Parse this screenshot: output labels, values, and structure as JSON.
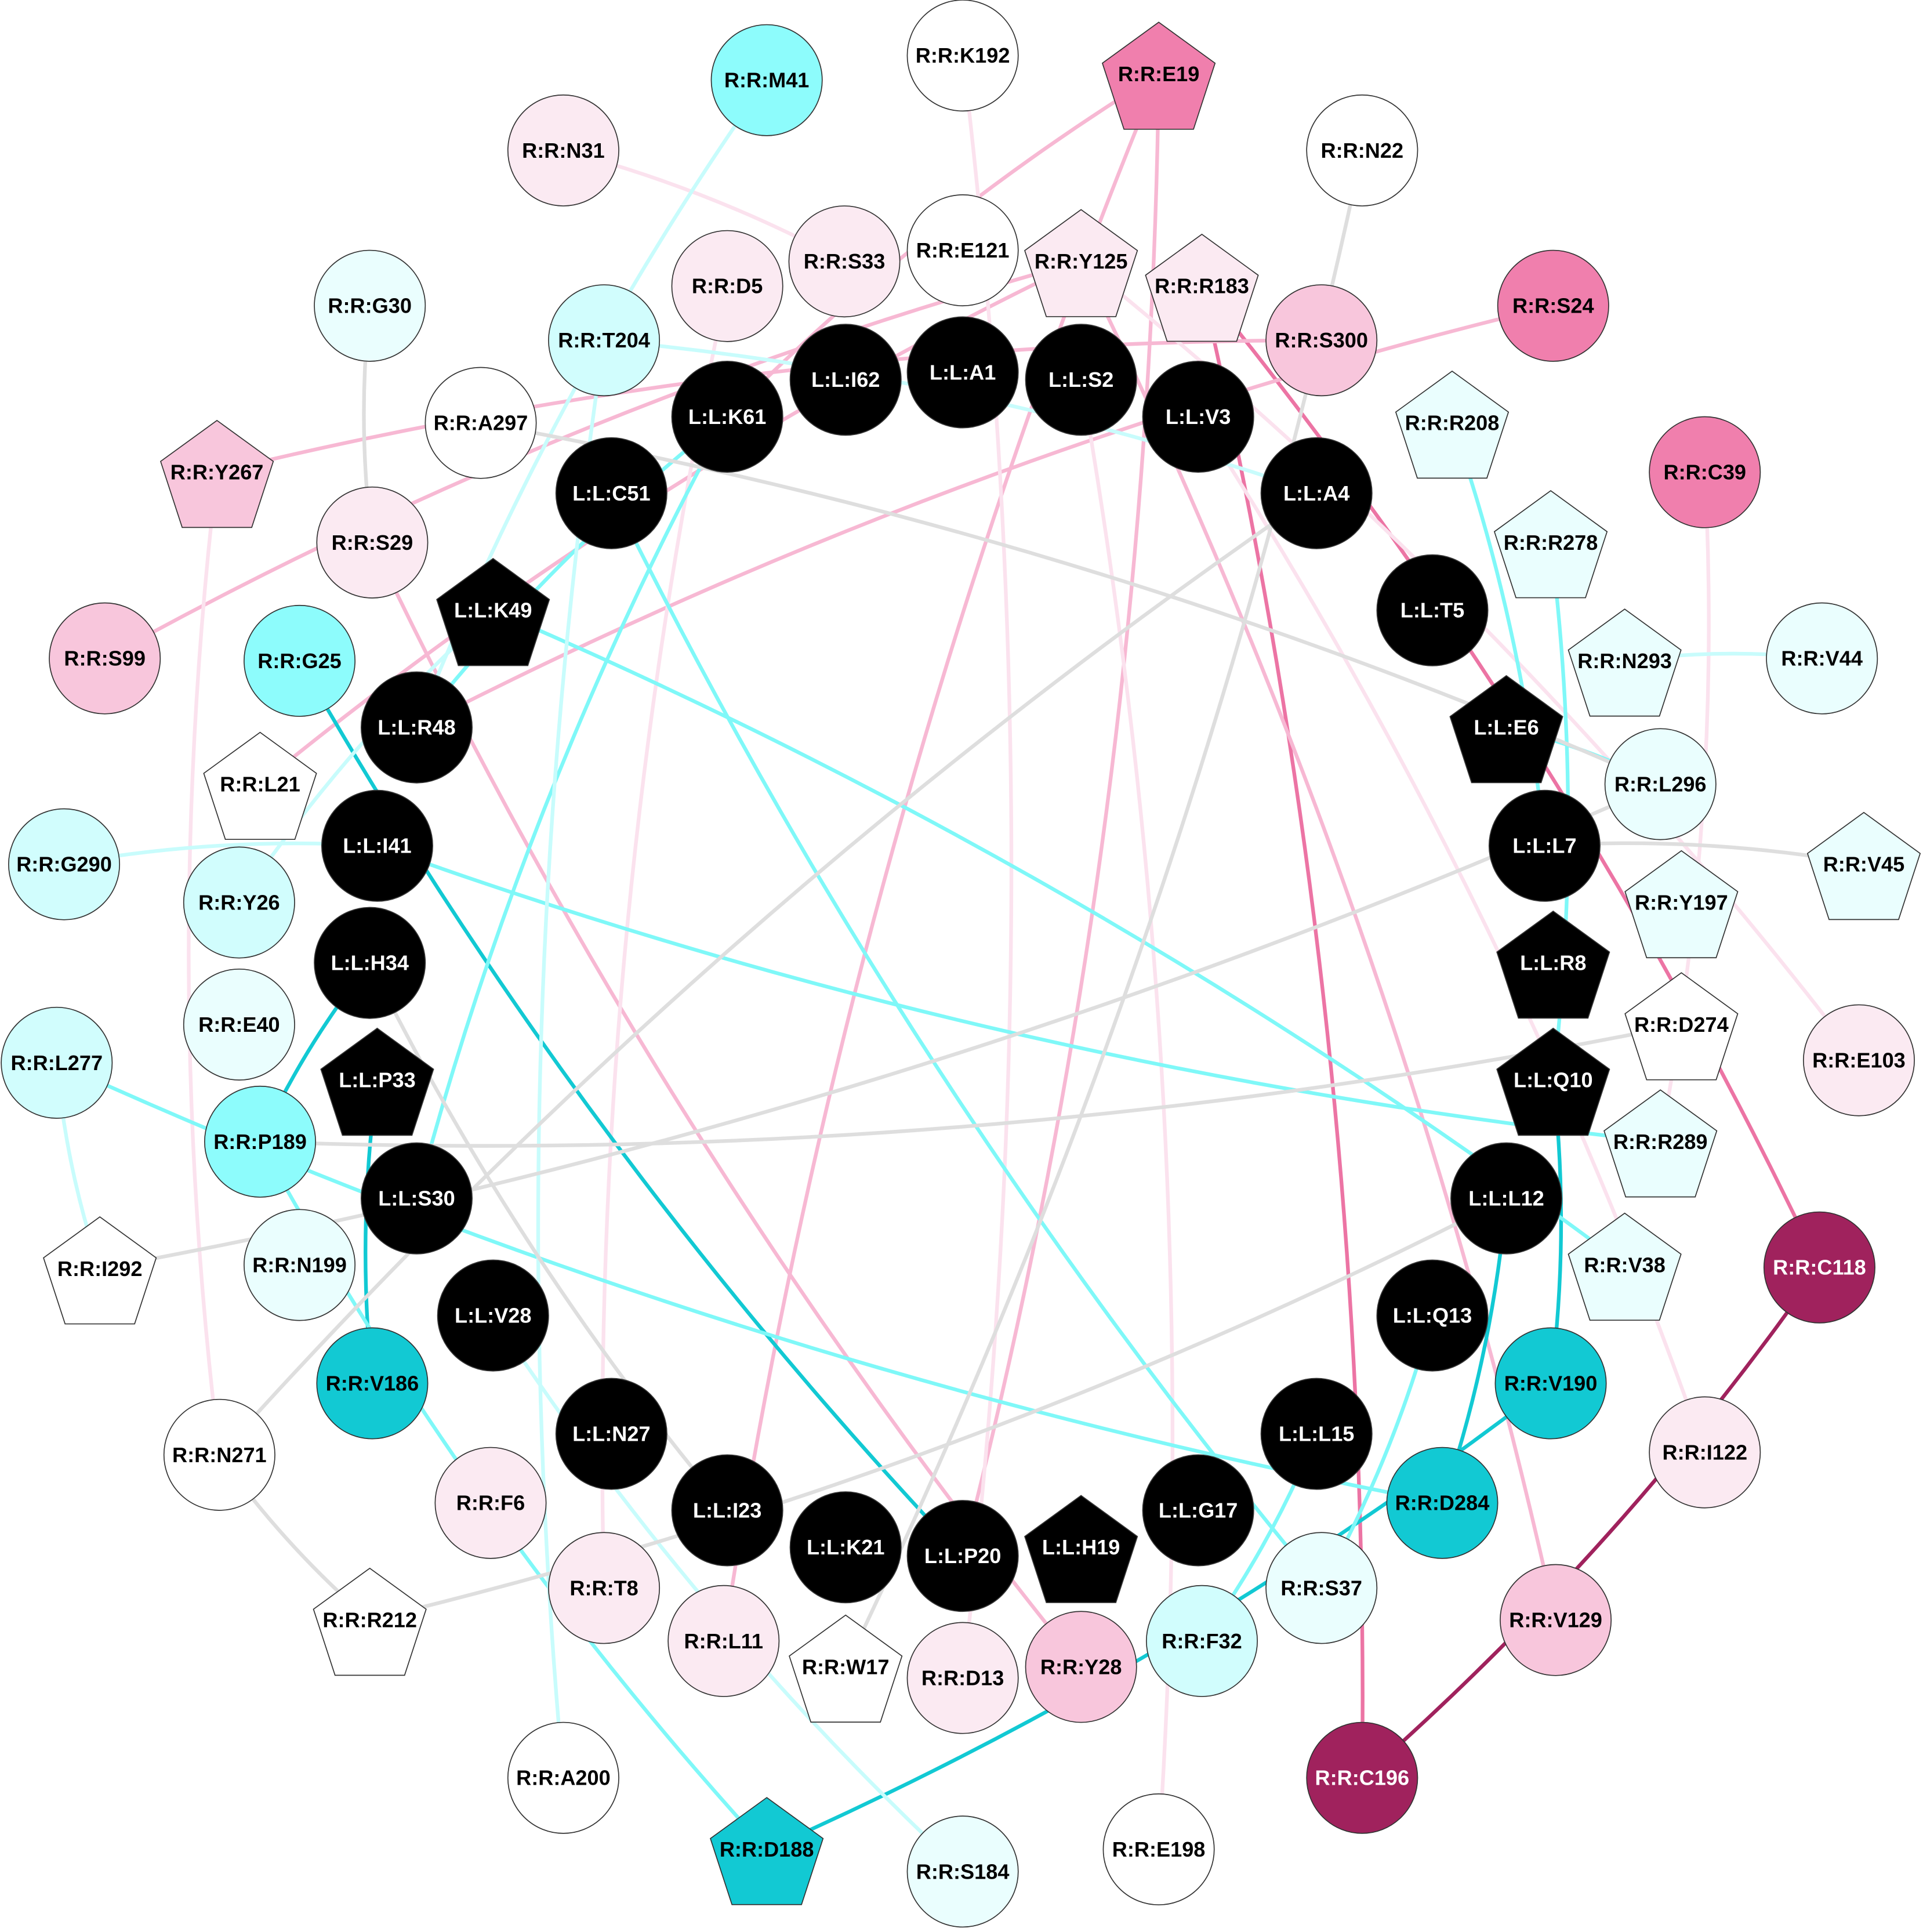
{
  "nodes": [
    {
      "id": "L:L:A1",
      "shape": "circle",
      "fill": "#000000",
      "text": "#ffffff"
    },
    {
      "id": "L:L:S2",
      "shape": "circle",
      "fill": "#000000",
      "text": "#ffffff"
    },
    {
      "id": "L:L:V3",
      "shape": "circle",
      "fill": "#000000",
      "text": "#ffffff"
    },
    {
      "id": "L:L:A4",
      "shape": "circle",
      "fill": "#000000",
      "text": "#ffffff"
    },
    {
      "id": "L:L:T5",
      "shape": "circle",
      "fill": "#000000",
      "text": "#ffffff"
    },
    {
      "id": "L:L:E6",
      "shape": "pentagon",
      "fill": "#000000",
      "text": "#ffffff"
    },
    {
      "id": "L:L:L7",
      "shape": "circle",
      "fill": "#000000",
      "text": "#ffffff"
    },
    {
      "id": "L:L:R8",
      "shape": "pentagon",
      "fill": "#000000",
      "text": "#ffffff"
    },
    {
      "id": "L:L:Q10",
      "shape": "pentagon",
      "fill": "#000000",
      "text": "#ffffff"
    },
    {
      "id": "L:L:L12",
      "shape": "circle",
      "fill": "#000000",
      "text": "#ffffff"
    },
    {
      "id": "L:L:Q13",
      "shape": "circle",
      "fill": "#000000",
      "text": "#ffffff"
    },
    {
      "id": "L:L:L15",
      "shape": "circle",
      "fill": "#000000",
      "text": "#ffffff"
    },
    {
      "id": "L:L:G17",
      "shape": "circle",
      "fill": "#000000",
      "text": "#ffffff"
    },
    {
      "id": "L:L:H19",
      "shape": "pentagon",
      "fill": "#000000",
      "text": "#ffffff"
    },
    {
      "id": "L:L:P20",
      "shape": "circle",
      "fill": "#000000",
      "text": "#ffffff"
    },
    {
      "id": "L:L:K21",
      "shape": "circle",
      "fill": "#000000",
      "text": "#ffffff"
    },
    {
      "id": "L:L:I23",
      "shape": "circle",
      "fill": "#000000",
      "text": "#ffffff"
    },
    {
      "id": "L:L:N27",
      "shape": "circle",
      "fill": "#000000",
      "text": "#ffffff"
    },
    {
      "id": "L:L:V28",
      "shape": "circle",
      "fill": "#000000",
      "text": "#ffffff"
    },
    {
      "id": "L:L:S30",
      "shape": "circle",
      "fill": "#000000",
      "text": "#ffffff"
    },
    {
      "id": "L:L:P33",
      "shape": "pentagon",
      "fill": "#000000",
      "text": "#ffffff"
    },
    {
      "id": "L:L:H34",
      "shape": "circle",
      "fill": "#000000",
      "text": "#ffffff"
    },
    {
      "id": "L:L:I41",
      "shape": "circle",
      "fill": "#000000",
      "text": "#ffffff"
    },
    {
      "id": "L:L:R48",
      "shape": "circle",
      "fill": "#000000",
      "text": "#ffffff"
    },
    {
      "id": "L:L:K49",
      "shape": "pentagon",
      "fill": "#000000",
      "text": "#ffffff"
    },
    {
      "id": "L:L:C51",
      "shape": "circle",
      "fill": "#000000",
      "text": "#ffffff"
    },
    {
      "id": "L:L:K61",
      "shape": "circle",
      "fill": "#000000",
      "text": "#ffffff"
    },
    {
      "id": "L:L:I62",
      "shape": "circle",
      "fill": "#000000",
      "text": "#ffffff"
    },
    {
      "id": "R:R:M41",
      "shape": "circle",
      "fill": "#8dfcfc",
      "text": "#000000"
    },
    {
      "id": "R:R:K192",
      "shape": "circle",
      "fill": "#ffffff",
      "text": "#000000"
    },
    {
      "id": "R:R:E19",
      "shape": "pentagon",
      "fill": "#f07fad",
      "text": "#000000"
    },
    {
      "id": "R:R:N31",
      "shape": "circle",
      "fill": "#fbeaf2",
      "text": "#000000"
    },
    {
      "id": "R:R:N22",
      "shape": "circle",
      "fill": "#ffffff",
      "text": "#000000"
    },
    {
      "id": "R:R:S33",
      "shape": "circle",
      "fill": "#fbeaf2",
      "text": "#000000"
    },
    {
      "id": "R:R:E121",
      "shape": "circle",
      "fill": "#ffffff",
      "text": "#000000"
    },
    {
      "id": "R:R:Y125",
      "shape": "pentagon",
      "fill": "#fbeaf2",
      "text": "#000000"
    },
    {
      "id": "R:R:R183",
      "shape": "pentagon",
      "fill": "#fbeaf2",
      "text": "#000000"
    },
    {
      "id": "R:R:D5",
      "shape": "circle",
      "fill": "#fbeaf2",
      "text": "#000000"
    },
    {
      "id": "R:R:S300",
      "shape": "circle",
      "fill": "#f8c6dc",
      "text": "#000000"
    },
    {
      "id": "R:R:S24",
      "shape": "circle",
      "fill": "#f07fad",
      "text": "#000000"
    },
    {
      "id": "R:R:G30",
      "shape": "circle",
      "fill": "#eafefe",
      "text": "#000000"
    },
    {
      "id": "R:R:T204",
      "shape": "circle",
      "fill": "#d1fdfd",
      "text": "#000000"
    },
    {
      "id": "R:R:A297",
      "shape": "circle",
      "fill": "#ffffff",
      "text": "#000000"
    },
    {
      "id": "R:R:Y267",
      "shape": "pentagon",
      "fill": "#f8c6dc",
      "text": "#000000"
    },
    {
      "id": "R:R:R208",
      "shape": "pentagon",
      "fill": "#eafefe",
      "text": "#000000"
    },
    {
      "id": "R:R:C39",
      "shape": "circle",
      "fill": "#f07fad",
      "text": "#000000"
    },
    {
      "id": "R:R:S29",
      "shape": "circle",
      "fill": "#fbeaf2",
      "text": "#000000"
    },
    {
      "id": "R:R:R278",
      "shape": "pentagon",
      "fill": "#eafefe",
      "text": "#000000"
    },
    {
      "id": "R:R:S99",
      "shape": "circle",
      "fill": "#f8c6dc",
      "text": "#000000"
    },
    {
      "id": "R:R:G25",
      "shape": "circle",
      "fill": "#8dfcfc",
      "text": "#000000"
    },
    {
      "id": "R:R:N293",
      "shape": "pentagon",
      "fill": "#eafefe",
      "text": "#000000"
    },
    {
      "id": "R:R:V44",
      "shape": "circle",
      "fill": "#eafefe",
      "text": "#000000"
    },
    {
      "id": "R:R:L21",
      "shape": "pentagon",
      "fill": "#ffffff",
      "text": "#000000"
    },
    {
      "id": "R:R:L296",
      "shape": "circle",
      "fill": "#eafefe",
      "text": "#000000"
    },
    {
      "id": "R:R:G290",
      "shape": "circle",
      "fill": "#d1fdfd",
      "text": "#000000"
    },
    {
      "id": "R:R:V45",
      "shape": "pentagon",
      "fill": "#eafefe",
      "text": "#000000"
    },
    {
      "id": "R:R:Y26",
      "shape": "circle",
      "fill": "#d1fdfd",
      "text": "#000000"
    },
    {
      "id": "R:R:Y197",
      "shape": "pentagon",
      "fill": "#eafefe",
      "text": "#000000"
    },
    {
      "id": "R:R:E40",
      "shape": "circle",
      "fill": "#eafefe",
      "text": "#000000"
    },
    {
      "id": "R:R:D274",
      "shape": "pentagon",
      "fill": "#ffffff",
      "text": "#000000"
    },
    {
      "id": "R:R:E103",
      "shape": "circle",
      "fill": "#fbeaf2",
      "text": "#000000"
    },
    {
      "id": "R:R:L277",
      "shape": "circle",
      "fill": "#d1fdfd",
      "text": "#000000"
    },
    {
      "id": "R:R:P189",
      "shape": "circle",
      "fill": "#8dfcfc",
      "text": "#000000"
    },
    {
      "id": "R:R:R289",
      "shape": "pentagon",
      "fill": "#eafefe",
      "text": "#000000"
    },
    {
      "id": "R:R:I292",
      "shape": "pentagon",
      "fill": "#ffffff",
      "text": "#000000"
    },
    {
      "id": "R:R:N199",
      "shape": "circle",
      "fill": "#eafefe",
      "text": "#000000"
    },
    {
      "id": "R:R:V38",
      "shape": "pentagon",
      "fill": "#eafefe",
      "text": "#000000"
    },
    {
      "id": "R:R:C118",
      "shape": "circle",
      "fill": "#a0225d",
      "text": "#ffffff"
    },
    {
      "id": "R:R:V186",
      "shape": "circle",
      "fill": "#12c9d3",
      "text": "#000000"
    },
    {
      "id": "R:R:V190",
      "shape": "circle",
      "fill": "#12c9d3",
      "text": "#000000"
    },
    {
      "id": "R:R:N271",
      "shape": "circle",
      "fill": "#ffffff",
      "text": "#000000"
    },
    {
      "id": "R:R:I122",
      "shape": "circle",
      "fill": "#fbeaf2",
      "text": "#000000"
    },
    {
      "id": "R:R:F6",
      "shape": "circle",
      "fill": "#fbeaf2",
      "text": "#000000"
    },
    {
      "id": "R:R:D284",
      "shape": "circle",
      "fill": "#12c9d3",
      "text": "#000000"
    },
    {
      "id": "R:R:T8",
      "shape": "circle",
      "fill": "#fbeaf2",
      "text": "#000000"
    },
    {
      "id": "R:R:S37",
      "shape": "circle",
      "fill": "#eafefe",
      "text": "#000000"
    },
    {
      "id": "R:R:R212",
      "shape": "pentagon",
      "fill": "#ffffff",
      "text": "#000000"
    },
    {
      "id": "R:R:V129",
      "shape": "circle",
      "fill": "#f8c6dc",
      "text": "#000000"
    },
    {
      "id": "R:R:L11",
      "shape": "circle",
      "fill": "#fbeaf2",
      "text": "#000000"
    },
    {
      "id": "R:R:W17",
      "shape": "pentagon",
      "fill": "#ffffff",
      "text": "#000000"
    },
    {
      "id": "R:R:D13",
      "shape": "circle",
      "fill": "#fbeaf2",
      "text": "#000000"
    },
    {
      "id": "R:R:Y28",
      "shape": "circle",
      "fill": "#f8c6dc",
      "text": "#000000"
    },
    {
      "id": "R:R:F32",
      "shape": "circle",
      "fill": "#d1fdfd",
      "text": "#000000"
    },
    {
      "id": "R:R:A200",
      "shape": "circle",
      "fill": "#ffffff",
      "text": "#000000"
    },
    {
      "id": "R:R:C196",
      "shape": "circle",
      "fill": "#a0225d",
      "text": "#ffffff"
    },
    {
      "id": "R:R:D188",
      "shape": "pentagon",
      "fill": "#12c9d3",
      "text": "#000000"
    },
    {
      "id": "R:R:S184",
      "shape": "circle",
      "fill": "#eafefe",
      "text": "#000000"
    },
    {
      "id": "R:R:E198",
      "shape": "circle",
      "fill": "#ffffff",
      "text": "#000000"
    }
  ],
  "edges": [
    {
      "source": "R:R:C118",
      "target": "R:R:C196",
      "color": "#a0225d"
    },
    {
      "source": "R:R:R183",
      "target": "R:R:C118",
      "color": "#ec74a4"
    },
    {
      "source": "R:R:R183",
      "target": "R:R:C196",
      "color": "#ec74a4"
    },
    {
      "source": "R:R:E19",
      "target": "L:L:P20",
      "color": "#f7b8d3"
    },
    {
      "source": "R:R:E19",
      "target": "R:R:L11",
      "color": "#f7b8d3"
    },
    {
      "source": "R:R:E19",
      "target": "L:L:K61",
      "color": "#f7b8d3"
    },
    {
      "source": "R:R:Y267",
      "target": "R:R:S300",
      "color": "#f7b8d3"
    },
    {
      "source": "R:R:S99",
      "target": "R:R:Y125",
      "color": "#f7b8d3"
    },
    {
      "source": "L:L:R48",
      "target": "R:R:S24",
      "color": "#f7b8d3"
    },
    {
      "source": "R:R:L21",
      "target": "R:R:Y125",
      "color": "#f7b8d3"
    },
    {
      "source": "R:R:S29",
      "target": "R:R:Y28",
      "color": "#f7b8d3"
    },
    {
      "source": "R:R:Y125",
      "target": "R:R:V129",
      "color": "#f7b8d3"
    },
    {
      "source": "R:R:N31",
      "target": "R:R:S33",
      "color": "#fbe2ee"
    },
    {
      "source": "R:R:K192",
      "target": "R:R:D13",
      "color": "#fbe2ee"
    },
    {
      "source": "R:R:Y267",
      "target": "R:R:N271",
      "color": "#fbe2ee"
    },
    {
      "source": "R:R:C39",
      "target": "R:R:R289",
      "color": "#fbe2ee"
    },
    {
      "source": "R:R:E103",
      "target": "R:R:Y125",
      "color": "#fbe2ee"
    },
    {
      "source": "R:R:E198",
      "target": "L:L:S2",
      "color": "#fbe2ee"
    },
    {
      "source": "R:R:T8",
      "target": "R:R:D5",
      "color": "#fbe2ee"
    },
    {
      "source": "R:R:I122",
      "target": "L:L:V3",
      "color": "#fbe2ee"
    },
    {
      "source": "R:R:G25",
      "target": "L:L:P20",
      "color": "#12c9d3"
    },
    {
      "source": "L:L:H34",
      "target": "R:R:P189",
      "color": "#12c9d3"
    },
    {
      "source": "L:L:P33",
      "target": "R:R:V186",
      "color": "#12c9d3"
    },
    {
      "source": "L:L:Q10",
      "target": "R:R:V190",
      "color": "#12c9d3"
    },
    {
      "source": "L:L:L12",
      "target": "R:R:D284",
      "color": "#12c9d3"
    },
    {
      "source": "R:R:V190",
      "target": "R:R:D188",
      "color": "#12c9d3"
    },
    {
      "source": "L:L:K49",
      "target": "R:R:V38",
      "color": "#7ff8f8"
    },
    {
      "source": "L:L:I41",
      "target": "R:R:R289",
      "color": "#7ff8f8"
    },
    {
      "source": "R:R:L277",
      "target": "R:R:D284",
      "color": "#7ff8f8"
    },
    {
      "source": "L:L:C51",
      "target": "R:R:S37",
      "color": "#7ff8f8"
    },
    {
      "source": "L:L:K61",
      "target": "L:L:R48",
      "color": "#7ff8f8"
    },
    {
      "source": "L:L:K61",
      "target": "L:L:S30",
      "color": "#7ff8f8"
    },
    {
      "source": "R:R:R208",
      "target": "L:L:L7",
      "color": "#7ff8f8"
    },
    {
      "source": "R:R:R278",
      "target": "L:L:Q10",
      "color": "#7ff8f8"
    },
    {
      "source": "R:R:P189",
      "target": "R:R:D188",
      "color": "#7ff8f8"
    },
    {
      "source": "L:L:L15",
      "target": "R:R:F32",
      "color": "#7ff8f8"
    },
    {
      "source": "L:L:Q13",
      "target": "R:R:S37",
      "color": "#7ff8f8"
    },
    {
      "source": "R:R:L296",
      "target": "L:L:E6",
      "color": "#7ff8f8"
    },
    {
      "source": "R:R:T204",
      "target": "L:L:A4",
      "color": "#c8fcfc"
    },
    {
      "source": "R:R:M41",
      "target": "L:L:R48",
      "color": "#c8fcfc"
    },
    {
      "source": "R:R:V44",
      "target": "R:R:N293",
      "color": "#c8fcfc"
    },
    {
      "source": "R:R:G290",
      "target": "L:L:I41",
      "color": "#c8fcfc"
    },
    {
      "source": "R:R:S184",
      "target": "L:L:V28",
      "color": "#c8fcfc"
    },
    {
      "source": "R:R:A200",
      "target": "R:R:T204",
      "color": "#c8fcfc"
    },
    {
      "source": "R:R:Y26",
      "target": "L:L:K49",
      "color": "#c8fcfc"
    },
    {
      "source": "R:R:L277",
      "target": "R:R:I292",
      "color": "#c8fcfc"
    },
    {
      "source": "R:R:G30",
      "target": "R:R:S29",
      "color": "#dedede"
    },
    {
      "source": "R:R:A297",
      "target": "R:R:L296",
      "color": "#dedede"
    },
    {
      "source": "R:R:N22",
      "target": "R:R:W17",
      "color": "#dedede"
    },
    {
      "source": "R:R:I292",
      "target": "R:R:L296",
      "color": "#dedede"
    },
    {
      "source": "R:R:N271",
      "target": "L:L:A4",
      "color": "#dedede"
    },
    {
      "source": "R:R:R212",
      "target": "L:L:L12",
      "color": "#dedede"
    },
    {
      "source": "R:R:R212",
      "target": "R:R:N271",
      "color": "#dedede"
    },
    {
      "source": "L:L:H34",
      "target": "L:L:I23",
      "color": "#dedede"
    },
    {
      "source": "R:R:D274",
      "target": "R:R:P189",
      "color": "#dedede"
    },
    {
      "source": "R:R:V45",
      "target": "L:L:L7",
      "color": "#dedede"
    }
  ]
}
